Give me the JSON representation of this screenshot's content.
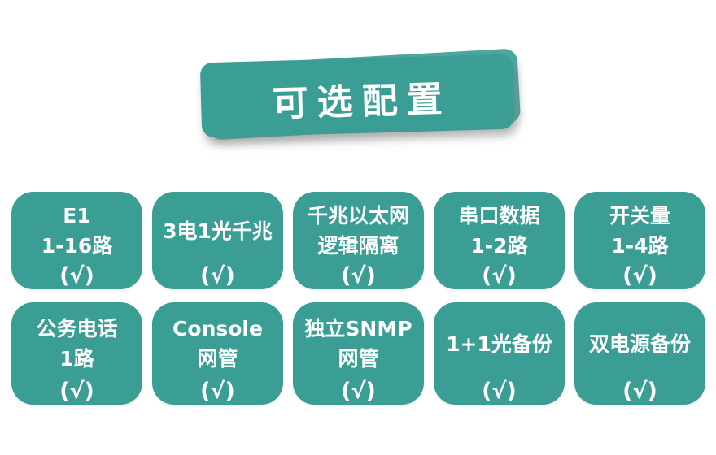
{
  "banner": {
    "title": "可选配置"
  },
  "cards": [
    {
      "lines": [
        "E1",
        "1-16路"
      ],
      "check": "(√)"
    },
    {
      "lines": [
        "3电1光千兆"
      ],
      "check": "(√)"
    },
    {
      "lines": [
        "千兆以太网",
        "逻辑隔离"
      ],
      "check": "(√)"
    },
    {
      "lines": [
        "串口数据",
        "1-2路"
      ],
      "check": "(√)"
    },
    {
      "lines": [
        "开关量",
        "1-4路"
      ],
      "check": "(√)"
    },
    {
      "lines": [
        "公务电话",
        "1路"
      ],
      "check": "(√)"
    },
    {
      "lines": [
        "Console",
        "网管"
      ],
      "check": "(√)"
    },
    {
      "lines": [
        "独立SNMP",
        "网管"
      ],
      "check": "(√)"
    },
    {
      "lines": [
        "1+1光备份"
      ],
      "check": "(√)"
    },
    {
      "lines": [
        "双电源备份"
      ],
      "check": "(√)"
    }
  ],
  "colors": {
    "teal": "#3A9E94",
    "teal_back": "#4CA79D",
    "text": "#FFFFFF",
    "background": "#FFFFFF"
  }
}
